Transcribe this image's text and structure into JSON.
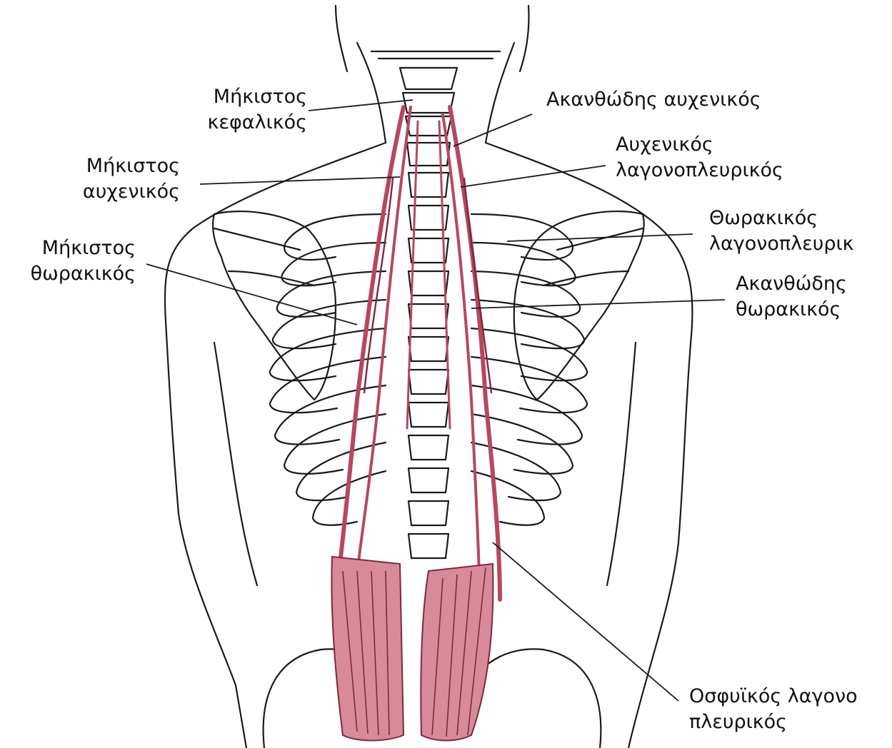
{
  "colors": {
    "outline": "#1a1a1a",
    "muscle": "#d98a99",
    "muscle_dark": "#7a2a3a",
    "text": "#111111"
  },
  "labels": {
    "longissimus_capitis": {
      "line1": "Μήκιστος",
      "line2": "κεφαλικός"
    },
    "spinalis_cervicis": {
      "line1": "Ακανθώδης αυχενικός"
    },
    "iliocostalis_cervicis": {
      "line1": "Αυχενικός",
      "line2": "λαγονοπλευρικός"
    },
    "longissimus_cervicis": {
      "line1": "Μήκιστος",
      "line2": "αυχενικός"
    },
    "iliocostalis_thoracis": {
      "line1": "Θωρακικός",
      "line2": "λαγονοπλευρικ"
    },
    "longissimus_thoracis": {
      "line1": "Μήκιστος",
      "line2": "θωρακικός"
    },
    "spinalis_thoracis": {
      "line1": "Ακανθώδης",
      "line2": "θωρακικός"
    },
    "iliocostalis_lumborum": {
      "line1": "Οσφυϊκός λαγονο",
      "line2": "πλευρικός"
    }
  }
}
